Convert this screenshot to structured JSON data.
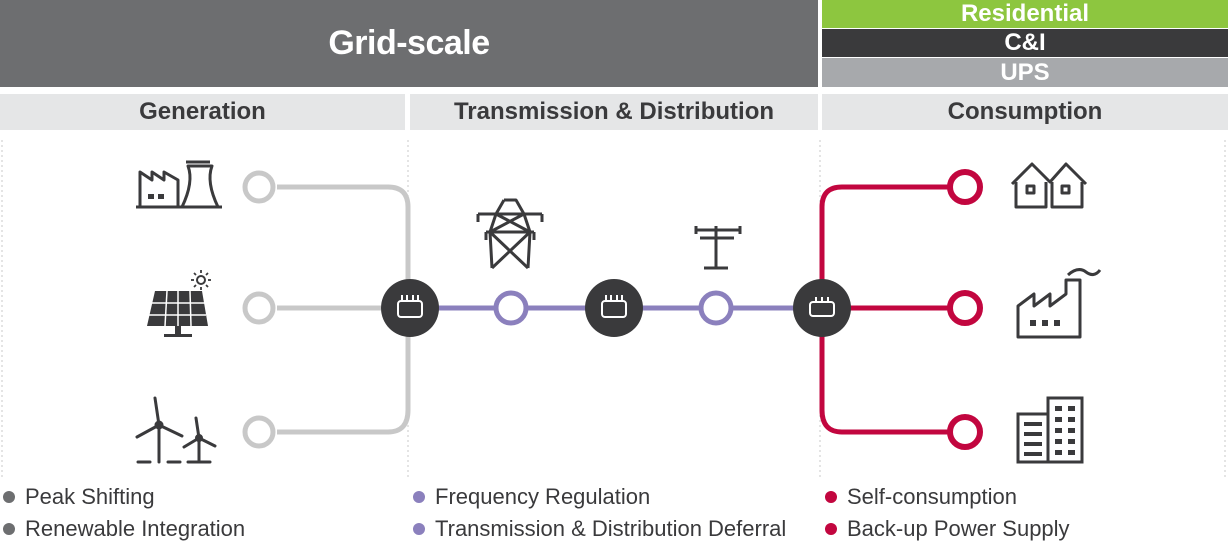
{
  "header": {
    "grid_scale": "Grid-scale",
    "segments": [
      "Residential",
      "C&I",
      "UPS"
    ]
  },
  "columns": {
    "generation": "Generation",
    "td": "Transmission & Distribution",
    "consumption": "Consumption"
  },
  "legend": {
    "generation": [
      "Peak Shifting",
      "Renewable Integration"
    ],
    "td": [
      "Frequency Regulation",
      "Transmission & Distribution Deferral"
    ],
    "consumption": [
      "Self-consumption",
      "Back-up Power Supply"
    ]
  },
  "icons": {
    "generation": [
      "power-plant-icon",
      "solar-panel-icon",
      "wind-turbine-icon"
    ],
    "td": [
      "transmission-tower-icon",
      "utility-pole-icon"
    ],
    "consumption": [
      "houses-icon",
      "factory-icon",
      "office-building-icon"
    ],
    "storage": "battery-storage-icon"
  },
  "colors": {
    "grid_band": "#6d6e70",
    "residential": "#8dc63f",
    "ci": "#3a3a3c",
    "ups": "#a7a9ac",
    "generation_line": "#c8c8c8",
    "td_line": "#8b80bd",
    "consumption_line": "#c2063f",
    "storage_node": "#3a3a3c"
  }
}
